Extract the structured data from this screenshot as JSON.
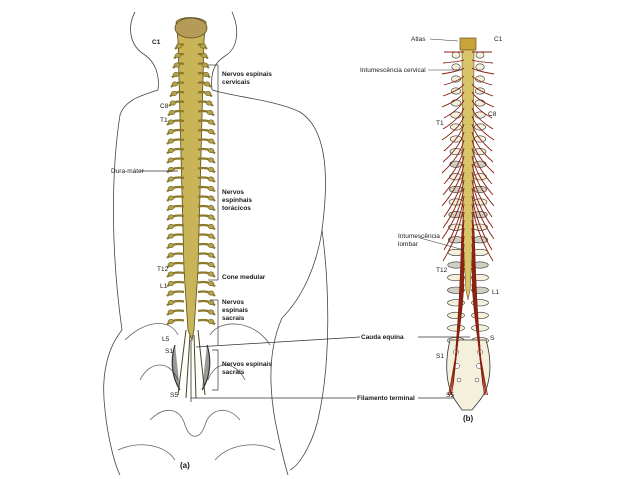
{
  "figure_a": {
    "caption": "(a)",
    "levels": {
      "c1": "C1",
      "c8": "C8",
      "t1": "T1",
      "t12": "T12",
      "l1": "L1",
      "l5": "L5",
      "s1": "S1",
      "s5": "S5"
    },
    "labels": {
      "cervical": "Nervos espinais cervicais",
      "dura": "Dura-máter",
      "thoracic": "Nervos espinhais torácicos",
      "cone": "Cone medular",
      "sacral_upper": "Nervos espinais sacrais",
      "sacral_lower": "Nervos espinais sacrais"
    }
  },
  "figure_b": {
    "caption": "(b)",
    "levels": {
      "c1": "C1",
      "c8": "C8",
      "t1": "T1",
      "t12": "T12",
      "l1": "L1",
      "s": "S",
      "s1": "S1",
      "s5": "S5"
    },
    "labels": {
      "atlas": "Atlas",
      "cervical_enlargement": "Intumescência cervical",
      "lumbar_enlargement": "Intumescência lombar"
    }
  },
  "shared_labels": {
    "cauda": "Cauda equina",
    "filum": "Filamento terminal"
  },
  "colors": {
    "cord": "#c9b458",
    "nerve": "#8a1f10",
    "bone": "#f4f0dc",
    "outline": "#333333"
  }
}
